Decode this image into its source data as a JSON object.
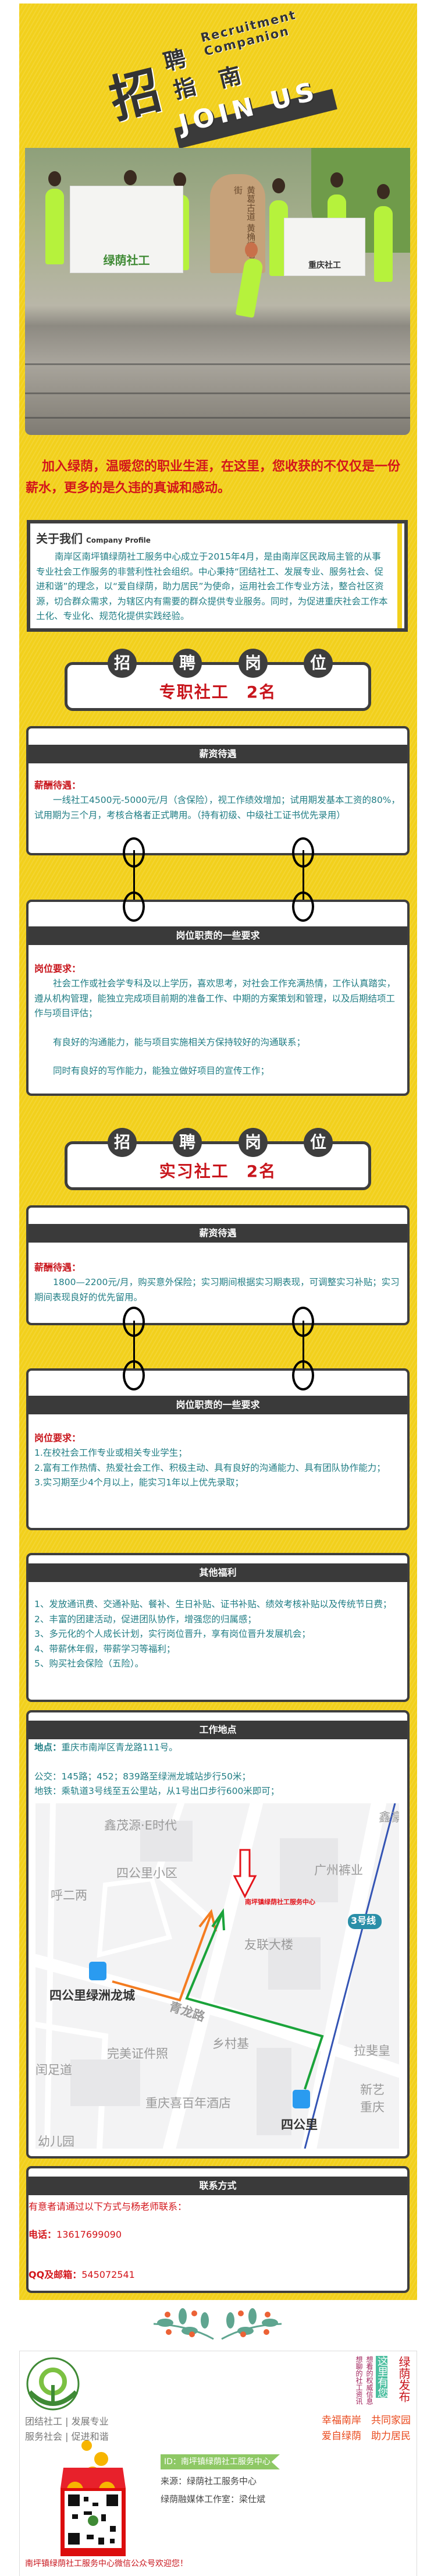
{
  "banner": {
    "chars": [
      "招",
      "聘",
      "指",
      "南"
    ],
    "english": [
      "Recruitment",
      "Companion"
    ],
    "join": "JOIN US"
  },
  "photo": {
    "flag_left": "绿荫社工",
    "flag_right": "重庆社工",
    "stone": "黄葛古道 黄桷垭老街"
  },
  "intro": "加入绿荫，温暖您的职业生涯，在这里，您收获的不仅仅是一份薪水，更多的是久违的真诚和感动。",
  "about": {
    "title": "关于我们",
    "subtitle": "Company Profile",
    "body": "南岸区南坪镇绿荫社工服务中心成立于2015年4月，是由南岸区民政局主管的从事专业社会工作服务的非营利性社会组织。中心秉持“团结社工、发展专业、服务社会、促进和谐”的理念，以“爱自绿荫，助力居民”为使命，运用社会工作专业方法，整合社区资源，切合群众需求，为辖区内有需要的群众提供专业服务。同时，为促进重庆社会工作本土化、专业化、规范化提供实践经验。"
  },
  "positions": [
    {
      "chars": [
        "招",
        "聘",
        "岗",
        "位"
      ],
      "title": "专职社工　2名",
      "salary": {
        "header": "薪资待遇",
        "label": "薪酬待遇：",
        "text": "一线社工4500元-5000元/月（含保险），视工作绩效增加；试用期发基本工资的80%，试用期为三个月，考核合格者正式聘用。（持有初级、中级社工证书优先录用）"
      },
      "duties": {
        "header": "岗位职责的一些要求",
        "label": "岗位要求：",
        "paras": [
          "社会工作或社会学专科及以上学历，喜欢思考，对社会工作充满热情，工作认真踏实，遵从机构管理，能独立完成项目前期的准备工作、中期的方案策划和管理，以及后期结项工作与项目评估；",
          "有良好的沟通能力，能与项目实施相关方保持较好的沟通联系；",
          "同时有良好的写作能力，能独立做好项目的宣传工作；"
        ]
      }
    },
    {
      "chars": [
        "招",
        "聘",
        "岗",
        "位"
      ],
      "title": "实习社工　2名",
      "salary": {
        "header": "薪资待遇",
        "label": "薪酬待遇：",
        "text": "1800—2200元/月，购买意外保险；实习期间根据实习期表现，可调整实习补贴；实习期间表现良好的优先留用。"
      },
      "duties": {
        "header": "岗位职责的一些要求",
        "label": "岗位要求：",
        "paras": [
          "1.在校社会工作专业或相关专业学生；",
          "2.富有工作热情、热爱社会工作、积极主动、具有良好的沟通能力、具有团队协作能力；",
          "3.实习期至少4个月以上，能实习1年以上优先录取；"
        ]
      }
    }
  ],
  "benefits": {
    "header": "其他福利",
    "items": [
      "1、发放通讯费、交通补贴、餐补、生日补贴、证书补贴、绩效考核补贴以及传统节日费；",
      "2、丰富的团建活动，促进团队协作，增强您的归属感；",
      "3、多元化的个人成长计划，实行岗位晋升，享有岗位晋升发展机会；",
      "4、带薪休年假，带薪学习等福利；",
      "5、购买社会保险（五险）。"
    ]
  },
  "location": {
    "header": "工作地点",
    "address_label": "地点：",
    "address": "重庆市南岸区青龙路111号。",
    "bus": "公交：145路；452；839路至绿洲龙城站步行50米；",
    "metro": "地铁：乘轨道3号线至五公里站，从1号出口步行600米即可；",
    "map": {
      "labels": [
        "鑫茂源·E时代",
        "四公里小区",
        "呼二两",
        "广州裤业",
        "友联大楼",
        "青龙路",
        "乡村基",
        "完美证件照",
        "闰足道",
        "重庆喜百年酒店",
        "拉斐皇",
        "新艺",
        "重庆",
        "幼儿园",
        "鑫豪"
      ],
      "target": "南坪镇绿荫社工服务中心",
      "bus_stop": "四公里绿洲龙城",
      "metro_stop": "四公里",
      "line": "3号线",
      "colors": {
        "target_arrow": "#e3141b",
        "bus_route": "#f47c20",
        "metro_route": "#1aa33a",
        "metro_line": "#3454b4"
      }
    }
  },
  "contact": {
    "header": "联系方式",
    "intro": "有意者请通过以下方式与杨老师联系：",
    "phone_label": "电话：",
    "phone": "13617699090",
    "qq_label": "QQ及邮箱：",
    "qq": "545072541"
  },
  "footer": {
    "slogan": [
      "团结社工 | 发展专业",
      "服务社会 | 促进和谐"
    ],
    "brand": "绿荫发布",
    "highlight": "这里有您",
    "vertical": [
      "想看的权威信息",
      "想聊的社工资讯"
    ],
    "mottos": [
      "幸福南岸",
      "共同家园",
      "爱自绿荫",
      "助力居民"
    ],
    "id": "ID：南坪镇绿荫社工服务中心",
    "source": "来源：绿荫社工服务中心",
    "studio": "绿荫融媒体工作室：梁仕斌",
    "welcome": "南坪镇绿荫社工服务中心微信公众号欢迎您！"
  },
  "colors": {
    "yellow": "#f2d01c",
    "dark": "#3e3e3e",
    "red": "#c8161d",
    "teal": "#1f7d84"
  }
}
